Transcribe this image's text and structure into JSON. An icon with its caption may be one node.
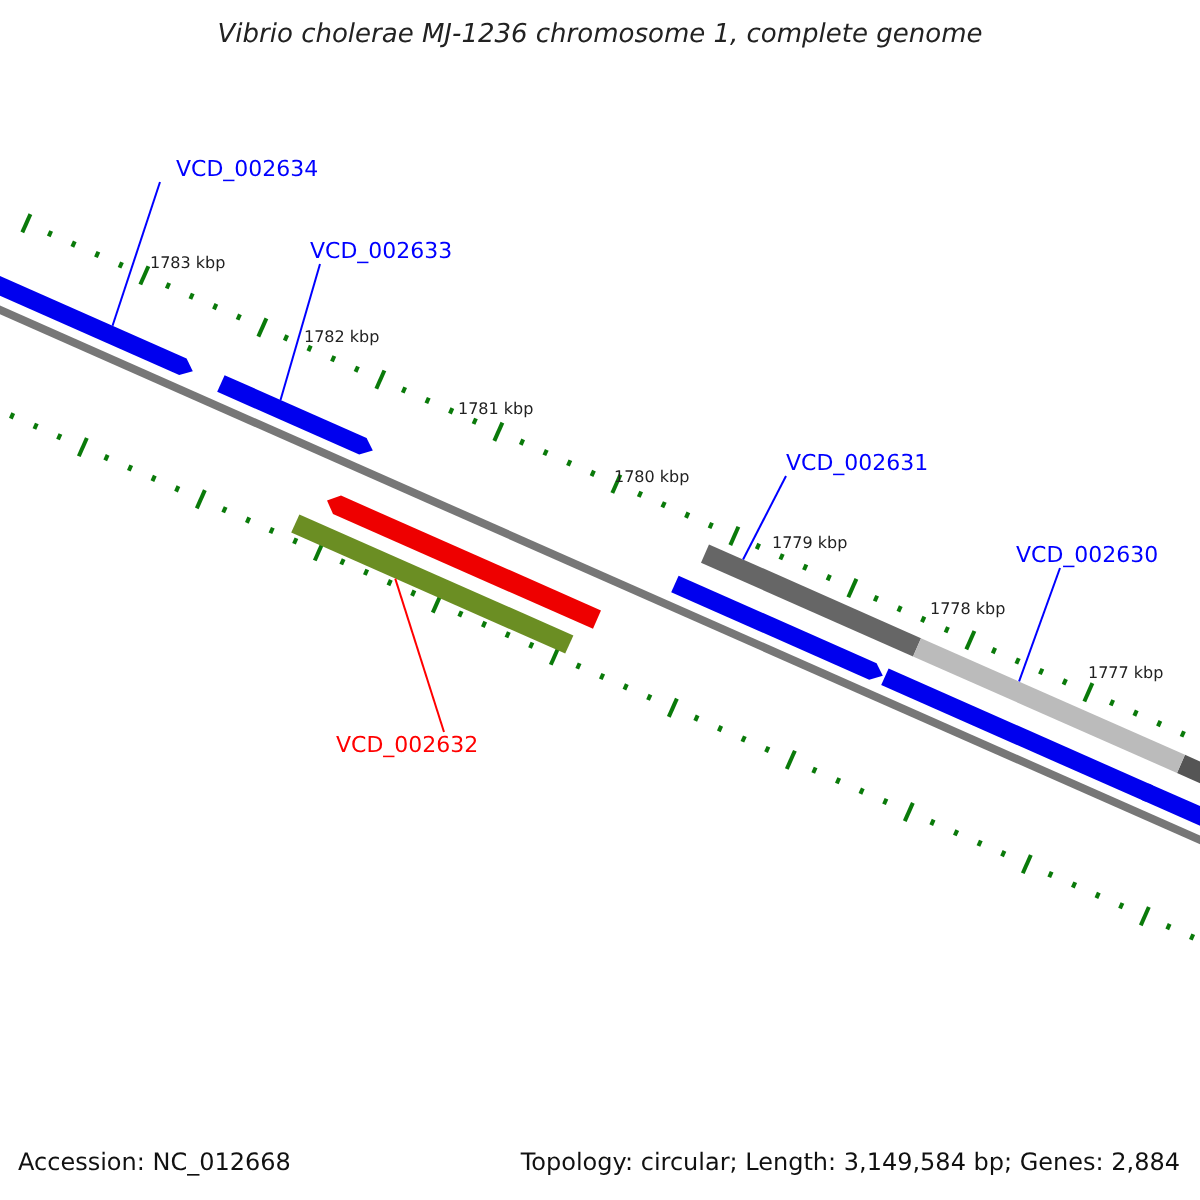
{
  "diagram": {
    "title": "Vibrio cholerae MJ-1236 chromosome 1, complete genome",
    "nodes": [
      {
        "text": [
          "VCD_002634"
        ]
      },
      {
        "text": [
          "VCD_002633"
        ]
      },
      {
        "text": [
          "VCD_002631"
        ]
      },
      {
        "text": [
          "VCD_002630"
        ]
      },
      {
        "text": [
          "VCD_002632"
        ]
      },
      {
        "text": [],
        "shape": "arrow"
      },
      {
        "text": [],
        "shape": "arrow"
      },
      {
        "text": [],
        "shape": "bar"
      },
      {
        "text": [],
        "shape": "bar"
      },
      {
        "text": [],
        "shape": "bar"
      }
    ],
    "edges": [
      {
        "from": 0,
        "to": 5,
        "arrow": "none"
      },
      {
        "from": 1,
        "to": 6,
        "arrow": "none"
      },
      {
        "from": 2,
        "to": 8,
        "arrow": "none"
      },
      {
        "from": 3,
        "to": 9,
        "arrow": "none"
      },
      {
        "from": 4,
        "to": 7,
        "arrow": "none",
        "color": "#ff0000"
      }
    ],
    "labels": [
      "1783 kbp",
      "1782 kbp",
      "1781 kbp",
      "1780 kbp",
      "1779 kbp",
      "1778 kbp",
      "1777 kbp",
      "Accession: NC_012668",
      "Topology: circular; Length: 3,149,584 bp; Genes: 2,884"
    ]
  }
}
